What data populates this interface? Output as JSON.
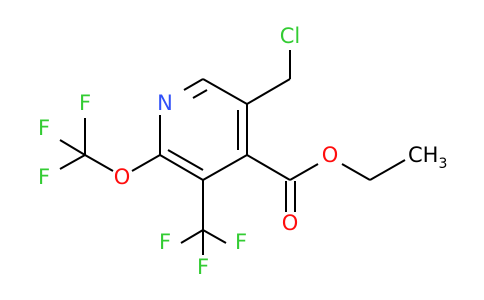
{
  "atoms": {
    "chlorine": "Cl",
    "nitrogen": "N",
    "oxygen_ether": "O",
    "oxygen_ester": "O",
    "oxygen_carbonyl": "O",
    "fluorine_ocf3_top": "F",
    "fluorine_ocf3_left": "F",
    "fluorine_ocf3_bottom": "F",
    "fluorine_cf3_left": "F",
    "fluorine_cf3_right": "F",
    "fluorine_cf3_bottom": "F",
    "methyl_ch": "CH",
    "methyl_sub": "3"
  },
  "colors": {
    "bond": "#000000",
    "carbon_label": "#000000",
    "chlorine": "#33cc33",
    "nitrogen": "#3050f8",
    "oxygen": "#ff0d0d",
    "fluorine": "#33cc33"
  }
}
